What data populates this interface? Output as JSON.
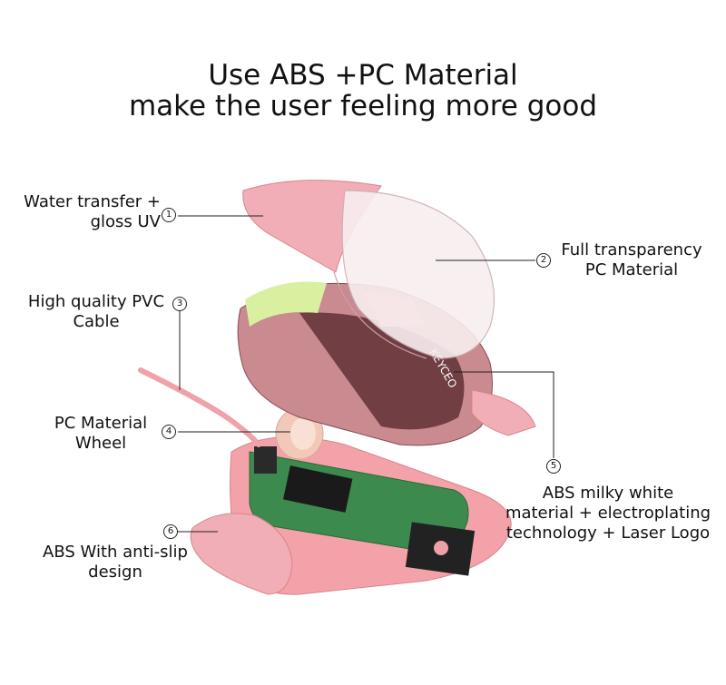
{
  "headline": {
    "line1": "Use ABS +PC Material",
    "line2": "make the user feeling more good"
  },
  "callouts": [
    {
      "num": "1",
      "lines": [
        "Water transfer +",
        "gloss UV"
      ]
    },
    {
      "num": "2",
      "lines": [
        "Full transparency",
        "PC Material"
      ]
    },
    {
      "num": "3",
      "lines": [
        "High quality PVC",
        "Cable"
      ]
    },
    {
      "num": "4",
      "lines": [
        "PC Material",
        "Wheel"
      ]
    },
    {
      "num": "5",
      "lines": [
        "ABS milky white",
        "material + electroplating",
        "technology + Laser Logo"
      ]
    },
    {
      "num": "6",
      "lines": [
        "ABS With anti-slip",
        "design"
      ]
    }
  ],
  "logo_text": "KEYCEO",
  "colors": {
    "shell_pink": "#f2aeb6",
    "base_pink": "#f4a2a9",
    "pcb_green": "#3d8a4e",
    "chrome_dark": "#5a2a2f"
  }
}
